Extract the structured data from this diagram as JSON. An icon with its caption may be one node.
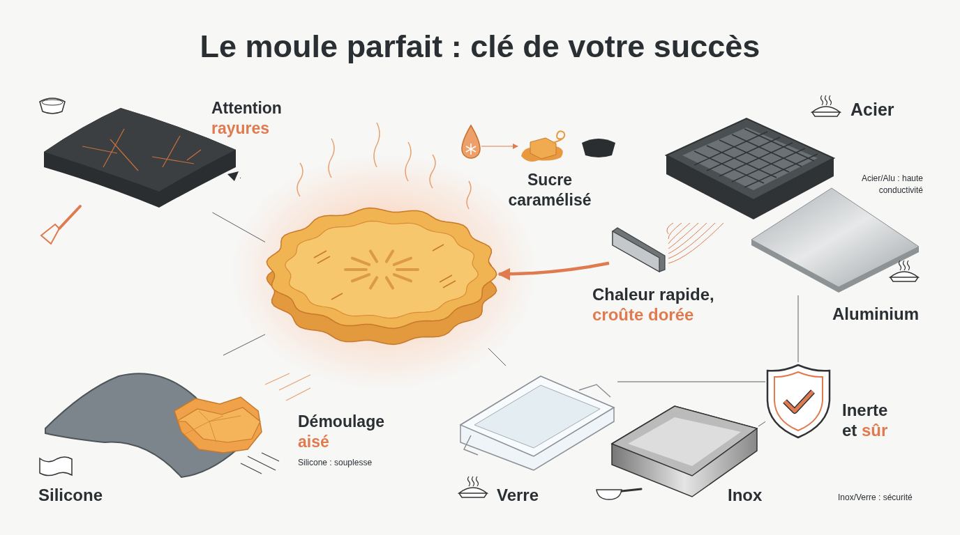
{
  "diagram": {
    "title": "Le moule parfait : clé de votre succès",
    "nodes": [
      {
        "text": [],
        "shape": "picture"
      },
      {
        "text": [],
        "shape": "picture"
      },
      {
        "text": [],
        "shape": "picture",
        "beside": [
          "Silicone"
        ]
      },
      {
        "text": [],
        "shape": "picture",
        "beside": [
          "Verre"
        ]
      },
      {
        "text": [],
        "shape": "picture",
        "beside": [
          "Inox"
        ]
      },
      {
        "text": [],
        "shape": "picture",
        "beside": [
          "Inerte et *sûr*"
        ]
      },
      {
        "text": [],
        "shape": "picture",
        "beside": [
          "Aluminium"
        ]
      },
      {
        "text": [],
        "shape": "picture"
      },
      {
        "text": [],
        "shape": "picture"
      },
      {
        "text": [],
        "shape": "picture"
      },
      {
        "text": [],
        "shape": "picture",
        "beside": [
          "Acier"
        ]
      }
    ],
    "edges": [
      {
        "from": 1,
        "to": 0,
        "arrow": "none"
      },
      {
        "from": 2,
        "to": 0,
        "arrow": "none"
      },
      {
        "from": 0,
        "to": 3,
        "arrow": "none"
      },
      {
        "from": 3,
        "to": 5,
        "arrow": "none"
      },
      {
        "from": 4,
        "to": 5,
        "arrow": "none"
      },
      {
        "from": 6,
        "to": 5,
        "arrow": "none"
      },
      {
        "from": 7,
        "to": 0,
        "arrow": "to",
        "style": "thick",
        "color": "#e07a4f"
      },
      {
        "from": 8,
        "to": 9,
        "arrow": "to",
        "color": "#e07a4f"
      },
      {
        "from": 10,
        "to": 7,
        "arrow": "none",
        "color": "#e07a4f"
      }
    ],
    "labels": [
      "Attention *rayures*",
      "Sucre caramélisé",
      "Acier/Alu : haute conductivité",
      "Chaleur rapide, *croûte dorée*",
      "Démoulage *aisé*",
      "Silicone : souplesse",
      "Inox/Verre : sécurité"
    ]
  }
}
